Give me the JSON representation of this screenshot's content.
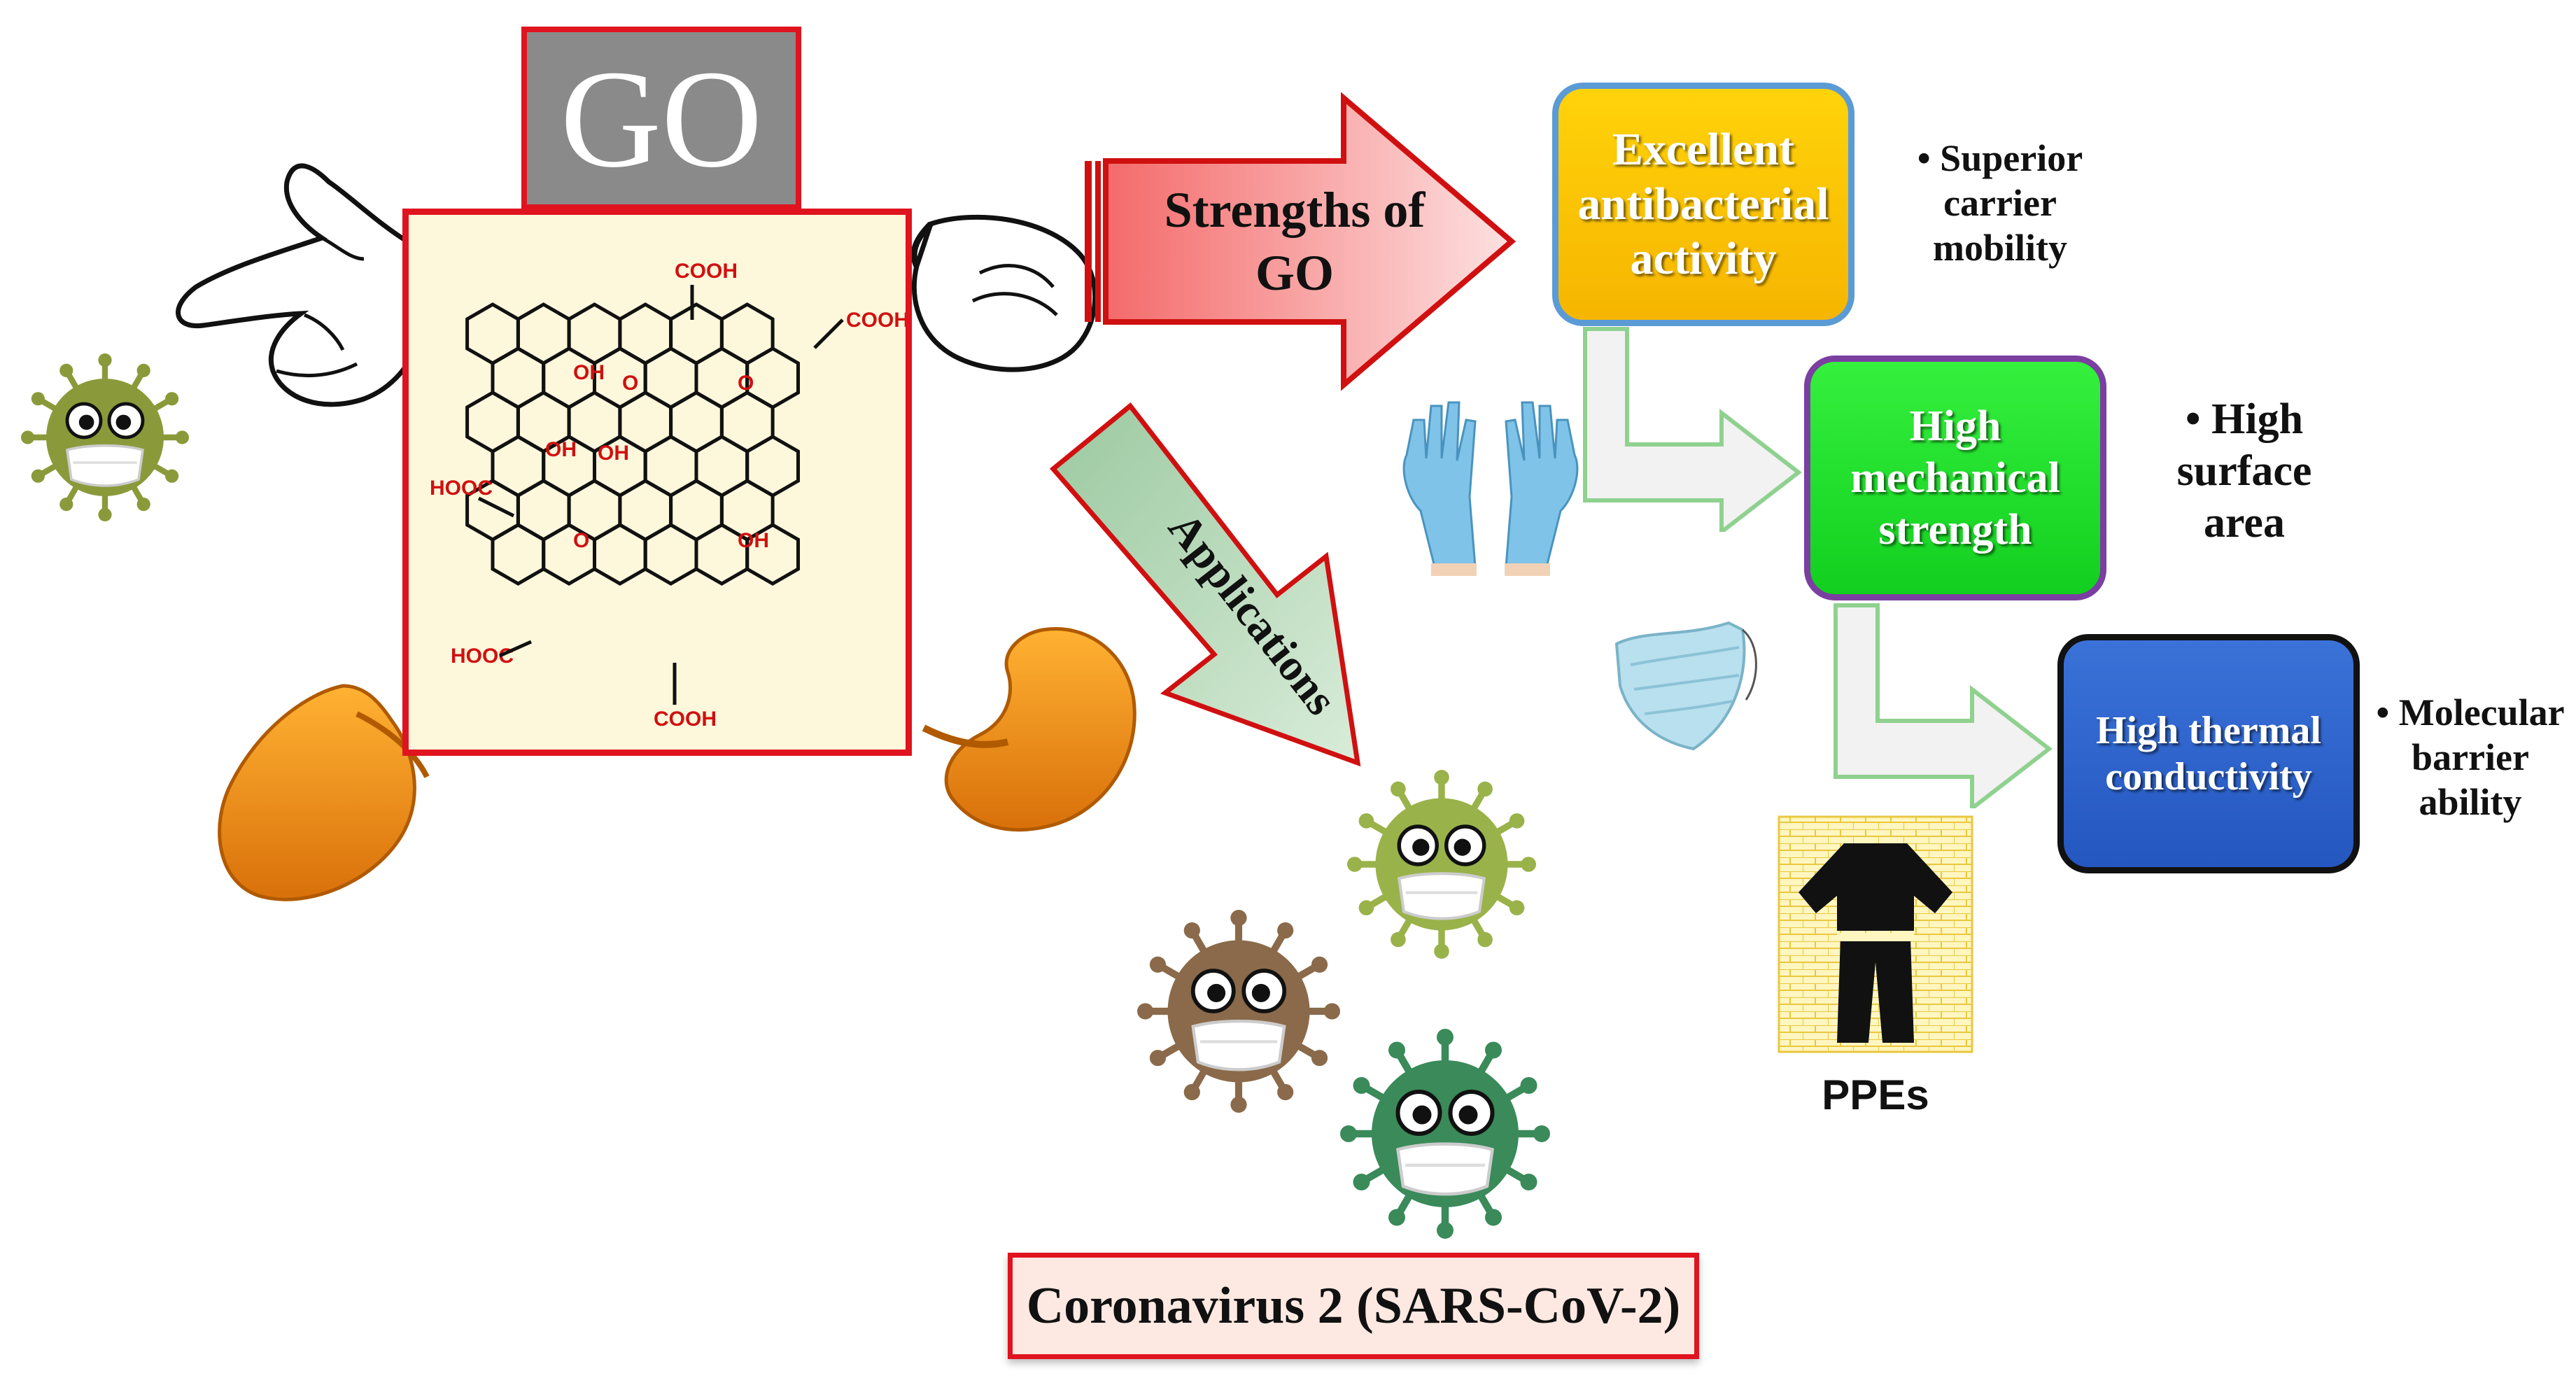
{
  "go_box": {
    "title": "GO"
  },
  "structure": {
    "groups": {
      "cooh_top": "COOH",
      "cooh_right": "COOH",
      "cooh_bottom": "COOH",
      "hooc_left1": "HOOC",
      "hooc_left2": "HOOC",
      "oh_1": "OH",
      "oh_2": "OH",
      "oh_3": "OH",
      "oh_4": "OH",
      "o_1": "O",
      "o_2": "O",
      "o_3": "O"
    }
  },
  "arrows": {
    "strengths_label": "Strengths of GO",
    "applications_label": "Applications"
  },
  "properties": [
    {
      "label": "Excellent antibacterial activity",
      "color": "#ffc800"
    },
    {
      "label": "High mechanical strength",
      "color": "#20e02a"
    },
    {
      "label": "High thermal conductivity",
      "color": "#2d63cc"
    }
  ],
  "bullets": [
    "• Superior carrier mobility",
    "•  High surface area",
    "• Molecular barrier ability"
  ],
  "ppe": {
    "label": "PPEs"
  },
  "footer": {
    "label": "Coronavirus 2 (SARS-CoV-2)"
  }
}
